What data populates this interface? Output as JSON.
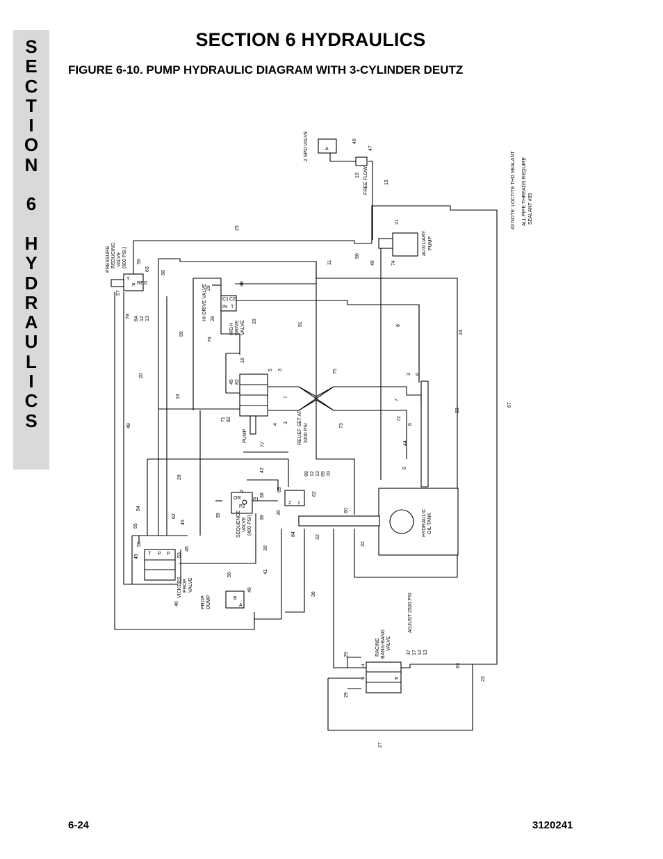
{
  "side_tab": {
    "letters": [
      "S",
      "E",
      "C",
      "T",
      "I",
      "O",
      "N",
      "",
      "6",
      "",
      "H",
      "Y",
      "D",
      "R",
      "A",
      "U",
      "L",
      "I",
      "C",
      "S"
    ]
  },
  "header": {
    "section_title": "SECTION 6  HYDRAULICS",
    "figure_title": "FIGURE 6-10.  PUMP HYDRAULIC DIAGRAM WITH 3-CYLINDER DEUTZ"
  },
  "footer": {
    "page_number": "6-24",
    "document_number": "3120241"
  },
  "diagram": {
    "components": {
      "two_spd_valve": "2 SPD VALVE",
      "free_flow": "FREE FLOW",
      "auxiliary_pump": [
        "AUXILIARY",
        "PUMP"
      ],
      "pressure_reducing_valve": [
        "PRESSURE",
        "REDUCING",
        "VALVE",
        "(600 PSI.)"
      ],
      "hi_drive_valve": "HI-DRIVE VALVE",
      "high_drive_valve": [
        "HIGH",
        "DRIVE",
        "VALVE"
      ],
      "pump": "PUMP",
      "relief": [
        "RELIEF SET AT",
        "3200 PSI"
      ],
      "sequence_valve": [
        "SEQUENCE",
        "VALVE",
        "(400 PSI)"
      ],
      "vickers_prop_valve": [
        "VICKERS",
        "PROP.",
        "VALVE"
      ],
      "prop_dump": [
        "PROP.",
        "DUMP"
      ],
      "hydraulic_oil_tank": [
        "HYDRAULIC",
        "OIL TANK"
      ],
      "racine_valve": [
        "RACINE",
        "BANG-BANG",
        "VALVE"
      ],
      "adjust": "ADJUST 2500 PSI"
    },
    "notes": [
      "43 NOTE: LOCTITE THD SEALANT",
      "ALL PIPE THREADS REQUIRE",
      "SEALANT #55"
    ],
    "port_labels": {
      "A": "A",
      "B": "B",
      "P": "P",
      "T": "T",
      "REG": "REG",
      "C1": "C1",
      "C2": "C2",
      "IN": "IN",
      "OR": "OR",
      "P1": "P1",
      "P2": "P2",
      "one": "1",
      "two": "2"
    },
    "callouts": {
      "c46": "46",
      "c47": "47",
      "c10": "10",
      "c15": "15",
      "c25": "25",
      "c21": "21",
      "c50": "50",
      "c49a": "49",
      "c74": "74",
      "c58": "58",
      "c59": "59",
      "c63": "63",
      "c57": "57",
      "c78": "78",
      "c64": "64",
      "c12a": "12",
      "c13a": "13",
      "c11": "11",
      "c29a": "29",
      "c48a": "48",
      "c28": "28",
      "c29b": "29",
      "c79": "79",
      "c59b": "59",
      "c51": "51",
      "c8": "8",
      "c14": "14",
      "c16": "16",
      "c5": "5",
      "c3a": "3",
      "c20": "20",
      "c45a": "45",
      "c82a": "82",
      "c75a": "75",
      "c3b": "3",
      "c6a": "6",
      "c7a": "7",
      "c7b": "7",
      "c19": "19",
      "c71": "71",
      "c82b": "82",
      "c4": "4",
      "c3c": "3",
      "c72": "72",
      "c6b": "6",
      "c73": "73",
      "c33": "33",
      "c67": "67",
      "c48b": "48",
      "c44": "44",
      "c77": "77",
      "c9": "9",
      "c26": "26",
      "c42": "42",
      "c68": "68",
      "c12b": "12",
      "c13b": "13",
      "c69": "69",
      "c70": "70",
      "c65": "65",
      "c62a": "62",
      "c2": "2",
      "c54": "54",
      "c55": "55",
      "c39": "39",
      "c38a": "38",
      "c38b": "38",
      "c60": "60",
      "c35": "35",
      "c62b": "62",
      "c45b": "45",
      "c56a": "56",
      "c49b": "49",
      "c53": "53",
      "c45c": "45",
      "c84": "84",
      "c32a": "32",
      "c32b": "32",
      "c30": "30",
      "c41": "41",
      "c56b": "56",
      "c49c": "49",
      "c40": "40",
      "c36": "36",
      "c37": "37",
      "c17": "17",
      "c12c": "12",
      "c13c": "13",
      "c29c": "29",
      "c29d": "29",
      "c83": "83",
      "c23": "23",
      "c27": "27"
    }
  }
}
